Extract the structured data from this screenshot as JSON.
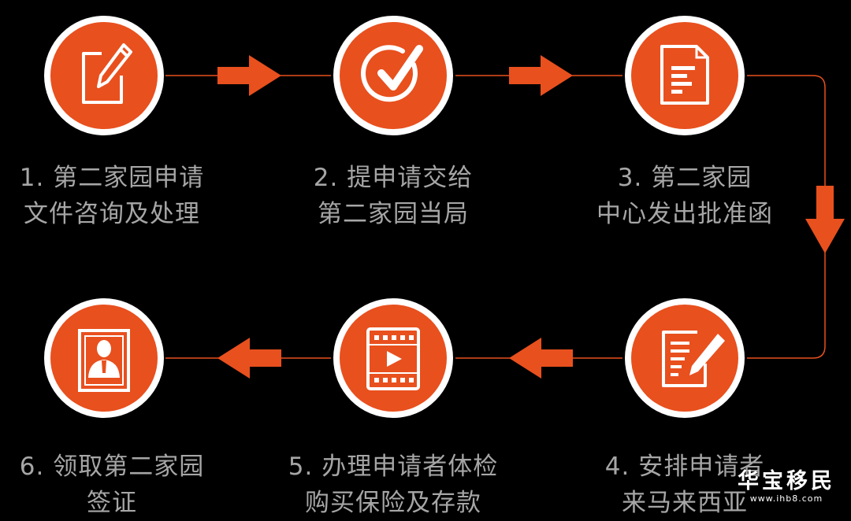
{
  "colors": {
    "accent": "#e8501e",
    "ring": "#ffffff",
    "label": "#a6a6a6",
    "background": "#000000"
  },
  "steps": [
    {
      "number": "1.",
      "line1": "第二家园申请",
      "line2": "文件咨询及处理",
      "icon": "edit-document-icon"
    },
    {
      "number": "2.",
      "line1": "提申请交给",
      "line2": "第二家园当局",
      "icon": "checkmark-circle-icon"
    },
    {
      "number": "3.",
      "line1": "第二家园",
      "line2": "中心发出批准函",
      "icon": "text-document-icon"
    },
    {
      "number": "4.",
      "line1": "安排申请者",
      "line2": "来马来西亚",
      "icon": "form-pencil-icon"
    },
    {
      "number": "5.",
      "line1": "办理申请者体检",
      "line2": "购买保险及存款",
      "icon": "video-film-icon"
    },
    {
      "number": "6.",
      "line1": "领取第二家园",
      "line2": "签证",
      "icon": "person-card-icon"
    }
  ],
  "watermark": {
    "title": "华宝移民",
    "url": "www.ihb8.com"
  }
}
